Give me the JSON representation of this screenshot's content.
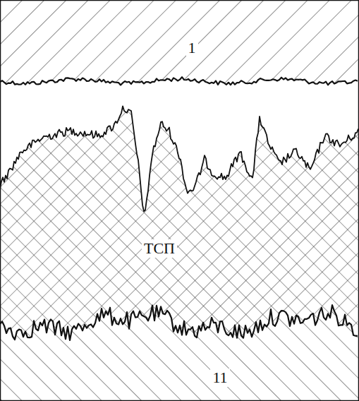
{
  "diagram": {
    "labels": [
      "1",
      "ТСП",
      "11"
    ]
  }
}
